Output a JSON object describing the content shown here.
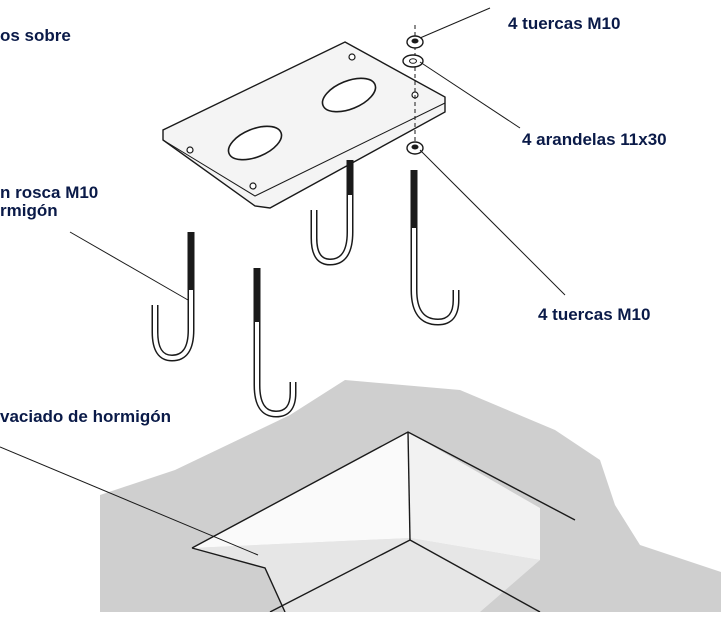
{
  "labels": {
    "top_left": "os sobre",
    "nuts_top": "4 tuercas M10",
    "washers": "4 arandelas 11x30",
    "rod_line1": "n rosca M10",
    "rod_line2": "rmigón",
    "nuts_bottom": "4 tuercas M10",
    "pit": "vaciado de hormigón"
  },
  "colors": {
    "text": "#0a1a48",
    "ground": "#cfcfcf",
    "pit_floor": "#e4e4e4",
    "line": "#1a1a1a",
    "plate": "#f4f4f4"
  }
}
